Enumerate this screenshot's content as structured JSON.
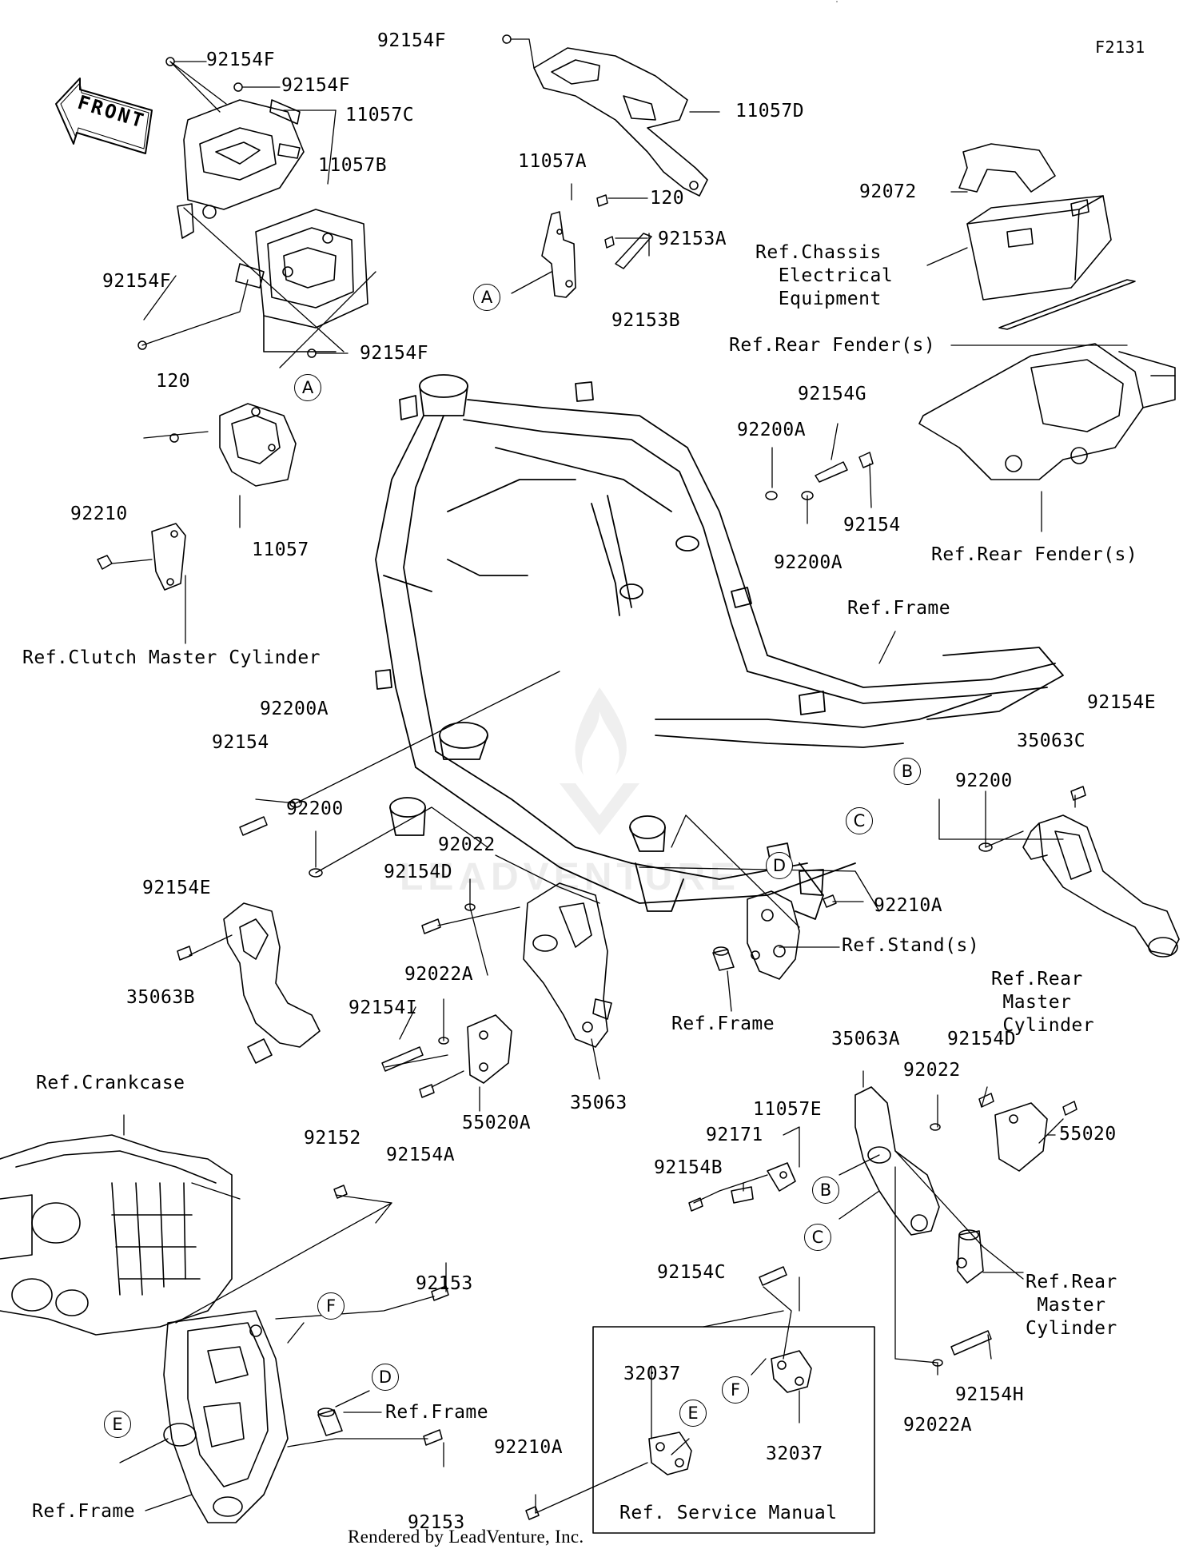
{
  "diagram_code": "F2131",
  "front_arrow_label": "FRONT",
  "watermark_text": "LEADVENTURE",
  "footer": "Rendered by LeadVenture, Inc.",
  "labels": {
    "p92154F_a": "92154F",
    "p92154F_b": "92154F",
    "p92154F_c": "92154F",
    "p92154F_d": "92154F",
    "p92154F_e": "92154F",
    "p11057C": "11057C",
    "p11057B": "11057B",
    "p11057A": "11057A",
    "p11057D": "11057D",
    "p120_a": "120",
    "p120_b": "120",
    "p92153A": "92153A",
    "p92153B": "92153B",
    "p92072": "92072",
    "ref_chassis": "Ref.Chassis\n  Electrical\n  Equipment",
    "ref_rear_fender_a": "Ref.Rear Fender(s)",
    "ref_rear_fender_b": "Ref.Rear Fender(s)",
    "p92154G": "92154G",
    "p92200A_a": "92200A",
    "p92200A_b": "92200A",
    "p92200A_c": "92200A",
    "p92154_a": "92154",
    "p92154_b": "92154",
    "p11057": "11057",
    "p92210": "92210",
    "ref_clutch": "Ref.Clutch Master Cylinder",
    "ref_frame_a": "Ref.Frame",
    "ref_frame_b": "Ref.Frame",
    "ref_frame_c": "Ref.Frame",
    "ref_frame_d": "Ref.Frame",
    "p92154E_a": "92154E",
    "p92154E_b": "92154E",
    "p35063C": "35063C",
    "p92200_a": "92200",
    "p92200_b": "92200",
    "p92022_a": "92022",
    "p92022_b": "92022",
    "p92154D_a": "92154D",
    "p92154D_b": "92154D",
    "p92210A_a": "92210A",
    "p92210A_b": "92210A",
    "ref_stand": "Ref.Stand(s)",
    "p35063B": "35063B",
    "p92022A_a": "92022A",
    "p92022A_b": "92022A",
    "p92154I": "92154I",
    "ref_rear_master_a": "Ref.Rear\n Master\n Cylinder",
    "ref_rear_master_b": "Ref.Rear\n Master\nCylinder",
    "p35063A": "35063A",
    "ref_crankcase": "Ref.Crankcase",
    "p55020A": "55020A",
    "p35063": "35063",
    "p92154A": "92154A",
    "p11057E": "11057E",
    "p55020": "55020",
    "p92171": "92171",
    "p92154B": "92154B",
    "p92152": "92152",
    "p92153_a": "92153",
    "p92153_b": "92153",
    "p92154C": "92154C",
    "p32037_a": "32037",
    "p32037_b": "32037",
    "p92154H": "92154H",
    "ref_service": "Ref. Service Manual"
  },
  "callouts": {
    "A": "A",
    "B": "B",
    "C": "C",
    "D": "D",
    "E": "E",
    "F": "F"
  }
}
